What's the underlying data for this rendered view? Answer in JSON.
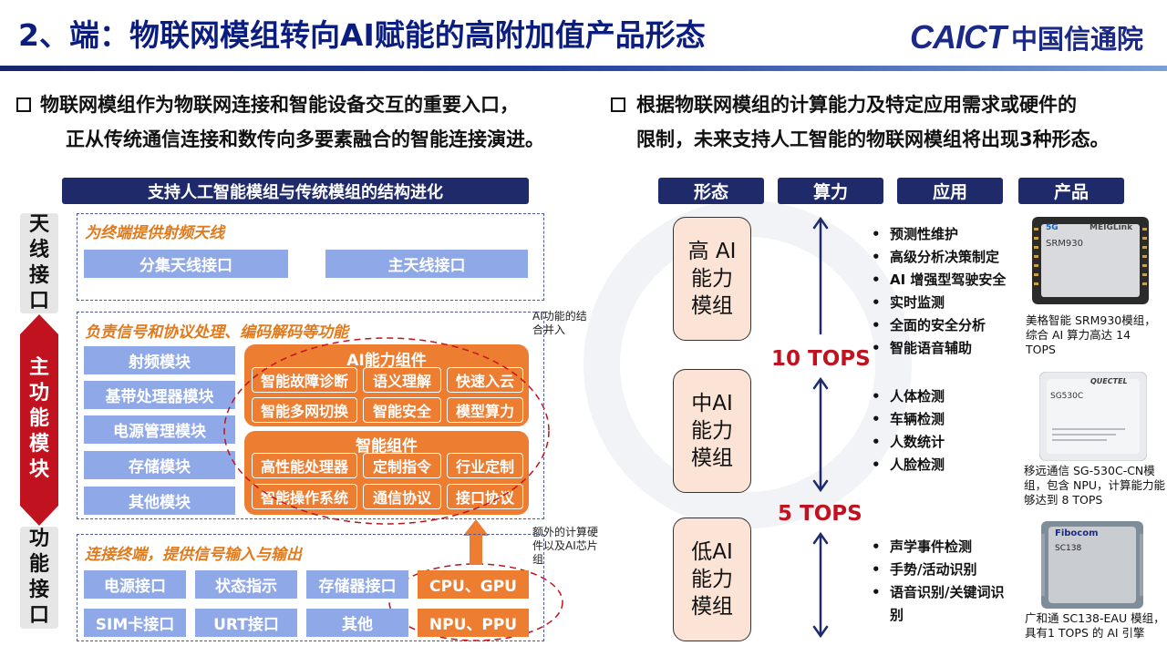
{
  "header": {
    "title": "2、端：物联网模组转向AI赋能的高附加值产品形态",
    "logo_en": "CAICT",
    "logo_cn": "中国信通院"
  },
  "bullets": {
    "left": [
      "物联网模组作为物联网连接和智能设备交互的重要入口，",
      "正从传统通信连接和数传向多要素融合的智能连接演进。"
    ],
    "right": [
      "根据物联网模组的计算能力及特定应用需求或硬件的",
      "限制，未来支持人工智能的物联网模组将出现3种形态。"
    ]
  },
  "diagram": {
    "heading": "支持人工智能模组与传统模组的结构进化",
    "side": {
      "antenna": "天线接口",
      "main": "主功能模块",
      "func": "功能接口"
    },
    "antenna_section": {
      "label": "为终端提供射频天线",
      "boxes": [
        "分集天线接口",
        "主天线接口"
      ]
    },
    "main_section": {
      "label": "负责信号和协议处理、编码解码等功能",
      "modules": [
        "射频模块",
        "基带处理器模块",
        "电源管理模块",
        "存储模块",
        "其他模块"
      ],
      "ai_panel": {
        "title": "AI能力组件",
        "cells": [
          "智能故障诊断",
          "语义理解",
          "快速入云",
          "智能多网切换",
          "智能安全",
          "模型算力"
        ]
      },
      "smart_panel": {
        "title": "智能组件",
        "cells": [
          "高性能处理器",
          "定制指令",
          "行业定制",
          "智能操作系统",
          "通信协议",
          "接口协议"
        ]
      },
      "note": "AI功能的结合并入"
    },
    "func_section": {
      "label": "连接终端，提供信号输入与输出",
      "boxes": [
        "电源接口",
        "状态指示",
        "存储器接口",
        "SIM卡接口",
        "URT接口",
        "其他"
      ],
      "compute": [
        "CPU、GPU",
        "NPU、PPU"
      ],
      "note": "额外的计算硬件以及AI芯片组"
    }
  },
  "table": {
    "headers": [
      "形态",
      "算力",
      "应用",
      "产品"
    ],
    "forms": [
      "高 AI 能力模组",
      "中AI 能力模组",
      "低AI 能力模组"
    ],
    "thresholds": [
      "10 TOPS",
      "5 TOPS"
    ],
    "apps": [
      [
        "预测性维护",
        "高级分析决策制定",
        "AI 增强型驾驶安全",
        "实时监测",
        "全面的安全分析",
        "智能语音辅助"
      ],
      [
        "人体检测",
        "车辆检测",
        "人数统计",
        "人脸检测"
      ],
      [
        "声学事件检测",
        "手势/活动识别",
        "语音识别/关键词识别"
      ]
    ],
    "products": [
      {
        "brand": "MEIGLink",
        "model": "SRM930",
        "tag": "5G",
        "caption": "美格智能 SRM930模组，综合 AI 算力高达 14 TOPS"
      },
      {
        "brand": "QUECTEL",
        "model": "SG530C",
        "caption": "移远通信 SG-530C-CN模组，包含 NPU，计算能力能够达到 8 TOPS"
      },
      {
        "brand": "Fibocom",
        "model": "SC138",
        "caption": "广和通 SC138-EAU 模组，具有1 TOPS 的 AI 引擎"
      }
    ]
  },
  "colors": {
    "navy": "#1f2a6b",
    "title_blue": "#0b1e80",
    "orange": "#ed7d31",
    "light_blue": "#8fa8e8",
    "red": "#c1121f",
    "peach": "#fbe3d6"
  }
}
